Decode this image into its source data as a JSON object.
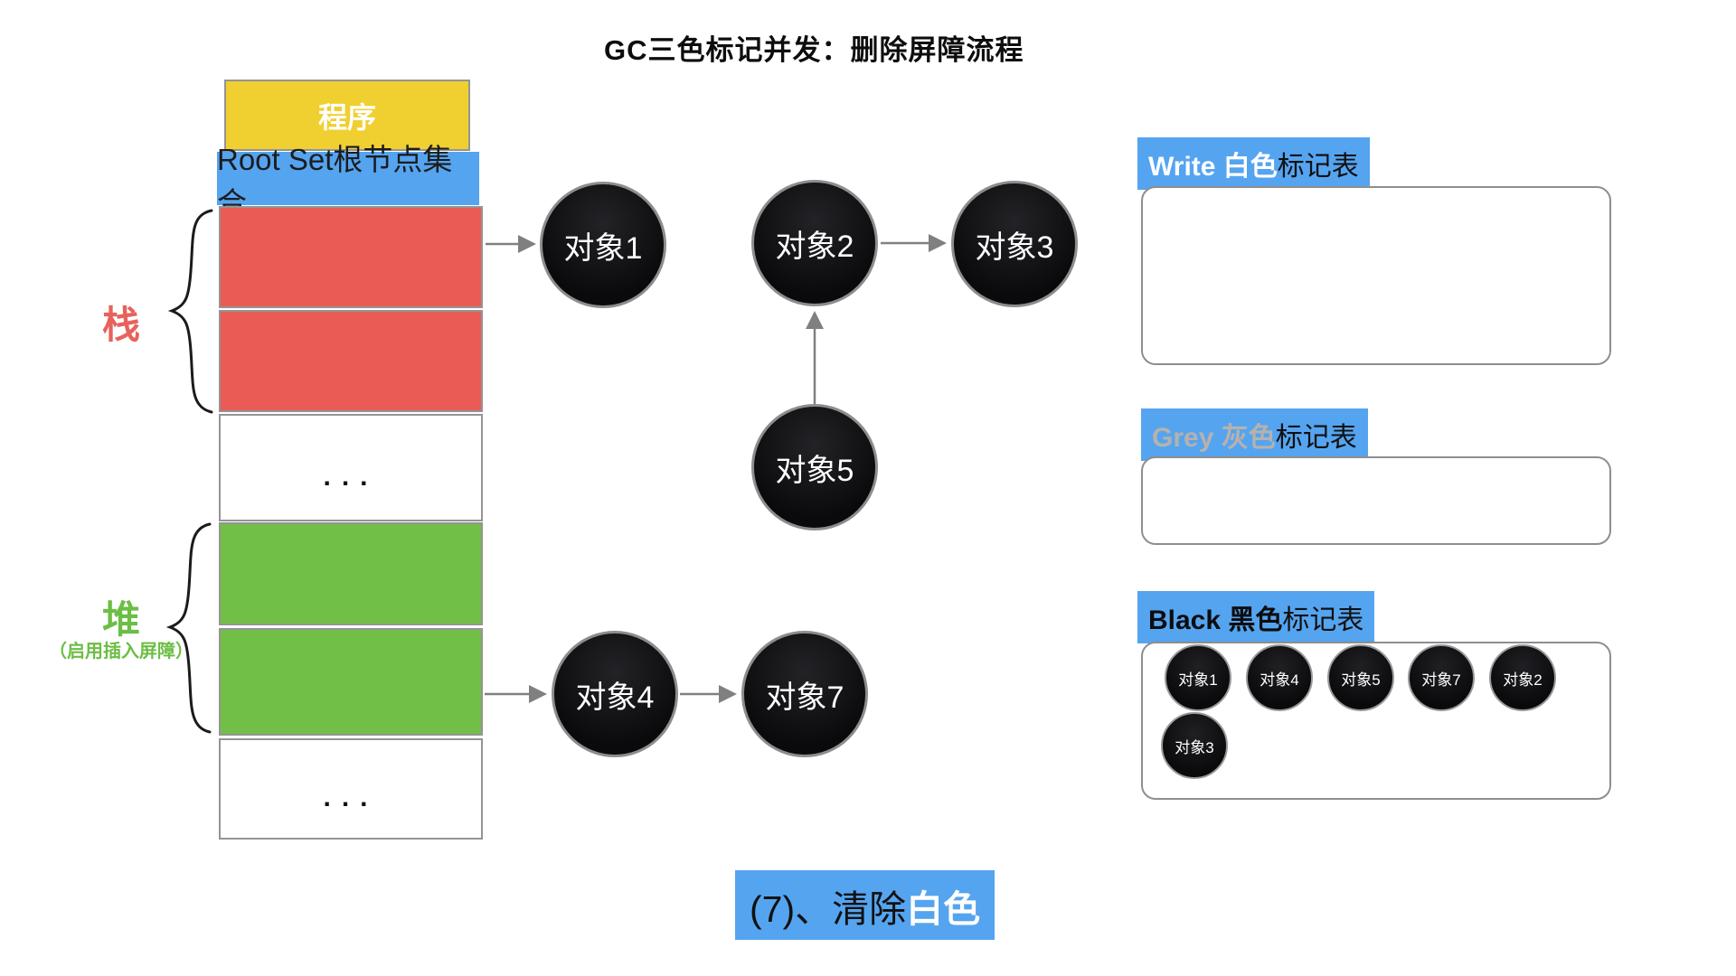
{
  "title": "GC三色标记并发：删除屏障流程",
  "memory": {
    "program_label": "程序",
    "root_set_label": "Root Set根节点集合",
    "ellipsis": "...",
    "stack": {
      "label": "栈"
    },
    "heap": {
      "label": "堆",
      "note": "（启用插入屏障）"
    }
  },
  "graph": {
    "nodes": [
      {
        "label": "对象1"
      },
      {
        "label": "对象2"
      },
      {
        "label": "对象3"
      },
      {
        "label": "对象5"
      },
      {
        "label": "对象4"
      },
      {
        "label": "对象7"
      }
    ],
    "edges": [
      {
        "from": "栈",
        "to": "对象1"
      },
      {
        "from": "对象2",
        "to": "对象3"
      },
      {
        "from": "对象5",
        "to": "对象2"
      },
      {
        "from": "堆",
        "to": "对象4"
      },
      {
        "from": "对象4",
        "to": "对象7"
      }
    ]
  },
  "tables": {
    "white": {
      "name_part": "Write 白色",
      "suffix": "标记表",
      "items": []
    },
    "grey": {
      "name_part": "Grey 灰色",
      "suffix": "标记表",
      "items": []
    },
    "black": {
      "name_part": "Black 黑色",
      "suffix": "标记表",
      "items": [
        "对象1",
        "对象4",
        "对象5",
        "对象7",
        "对象2",
        "对象3"
      ]
    }
  },
  "caption": {
    "prefix": "(7)、清除",
    "highlight": "白色"
  },
  "colors": {
    "accent_blue": "#55A4F0",
    "stack_red": "#EA5B56",
    "heap_green": "#72BF48",
    "program_yellow": "#F0CF30",
    "grey_label": "#B7B2AC",
    "node_black": "#0A0A0C"
  }
}
